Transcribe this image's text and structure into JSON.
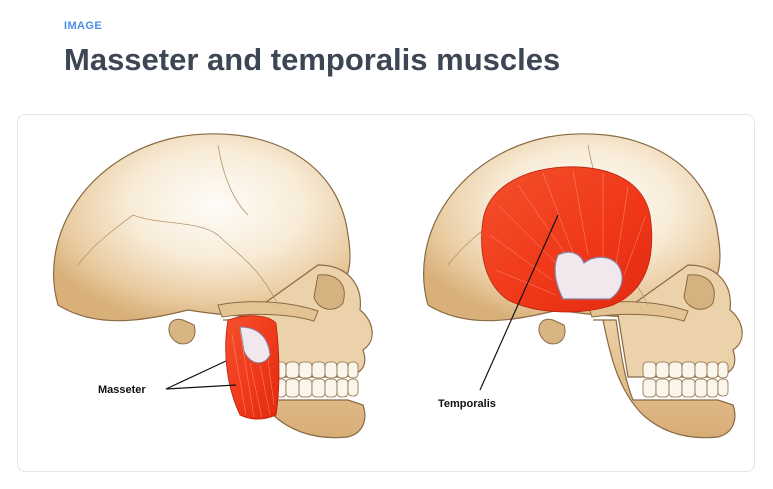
{
  "header": {
    "eyebrow": "IMAGE",
    "title": "Masseter and temporalis muscles"
  },
  "figure": {
    "left_label": "Masseter",
    "right_label": "Temporalis"
  },
  "colors": {
    "accent": "#4a8fe7",
    "title_text": "#3d4654",
    "muscle_red": "#f03a1c",
    "bone": "#e8c99a",
    "bone_light": "#fbf5ea"
  }
}
